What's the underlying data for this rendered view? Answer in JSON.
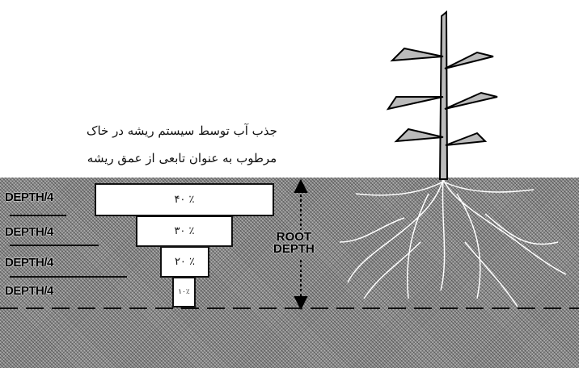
{
  "title": {
    "line1": "جذب آب توسط سیستم ریشه در خاک",
    "line2": "مرطوب به عنوان تابعی از عمق ریشه"
  },
  "depth_labels": [
    "DEPTH/4",
    "DEPTH/4",
    "DEPTH/4",
    "DEPTH/4"
  ],
  "uptake": [
    {
      "label": "۴۰ ٪",
      "value": 40
    },
    {
      "label": "۳۰ ٪",
      "value": 30
    },
    {
      "label": "۲۰ ٪",
      "value": 20
    },
    {
      "label": "۱۰٪",
      "value": 10
    }
  ],
  "root_depth": {
    "line1": "ROOT",
    "line2": "DEPTH"
  }
}
